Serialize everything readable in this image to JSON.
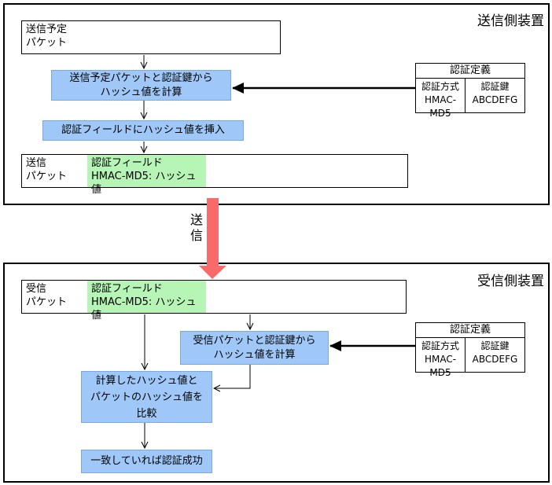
{
  "sender": {
    "title": "送信側装置",
    "scheduled_packet": [
      "送信予定",
      "パケット"
    ],
    "compute_hash": [
      "送信予定パケットと認証鍵から",
      "ハッシュ値を計算"
    ],
    "insert_field": "認証フィールドにハッシュ値を挿入",
    "send_packet_label": [
      "送信",
      "パケット"
    ],
    "auth_field": [
      "認証フィールド",
      "HMAC-MD5: ハッシュ値"
    ],
    "auth_def": {
      "title": "認証定義",
      "method_label": "認証方式",
      "method_value": "HMAC-MD5",
      "key_label": "認証鍵",
      "key_value": "ABCDEFG"
    }
  },
  "transmit_label": [
    "送",
    "信"
  ],
  "receiver": {
    "title": "受信側装置",
    "recv_packet_label": [
      "受信",
      "パケット"
    ],
    "auth_field": [
      "認証フィールド",
      "HMAC-MD5: ハッシュ値"
    ],
    "compute_hash": [
      "受信パケットと認証鍵から",
      "ハッシュ値を計算"
    ],
    "compare": [
      "計算したハッシュ値と",
      "パケットのハッシュ値を",
      "比較"
    ],
    "success": "一致していれば認証成功",
    "auth_def": {
      "title": "認証定義",
      "method_label": "認証方式",
      "method_value": "HMAC-MD5",
      "key_label": "認証鍵",
      "key_value": "ABCDEFG"
    }
  },
  "colors": {
    "process": "#9fc7f7",
    "auth_field": "#b6f5b6",
    "transmit_arrow": "#f96a6a"
  }
}
